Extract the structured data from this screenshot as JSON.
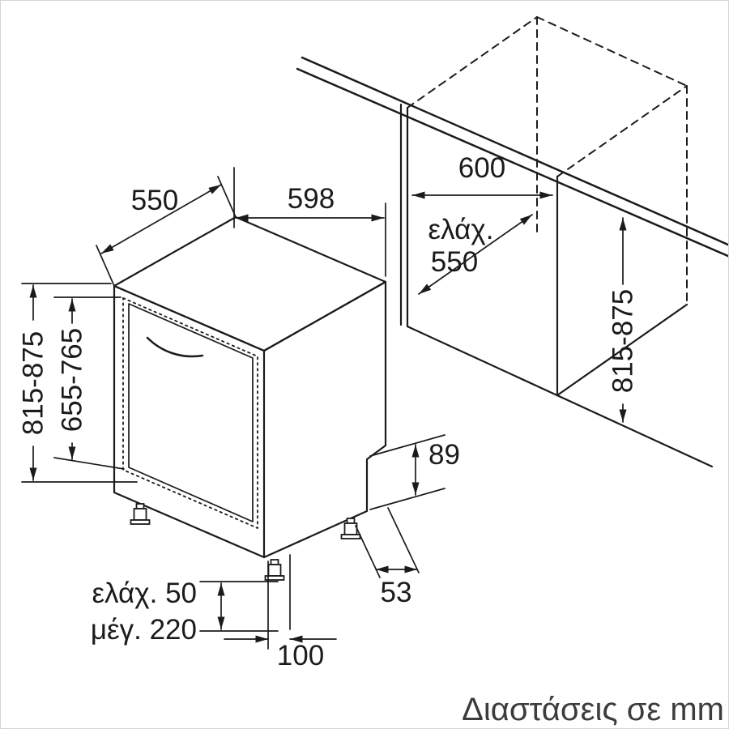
{
  "page": {
    "footer_note": "Διαστάσεις σε mm"
  },
  "colors": {
    "line": "#1b1b1b",
    "background": "#ffffff",
    "note_text": "#3c3c3c"
  },
  "dims": {
    "top_depth": "550",
    "top_width": "598",
    "niche_width": "600",
    "niche_depth_prefix": "ελάχ.",
    "niche_depth_value": "550",
    "appliance_height": "815-875",
    "door_panel_height": "655-765",
    "niche_height": "815-875",
    "rear_plinth_height": "89",
    "plinth_min": "ελάχ. 50",
    "plinth_max": "μέγ. 220",
    "plinth_depth": "100",
    "rear_foot_offset": "53"
  }
}
